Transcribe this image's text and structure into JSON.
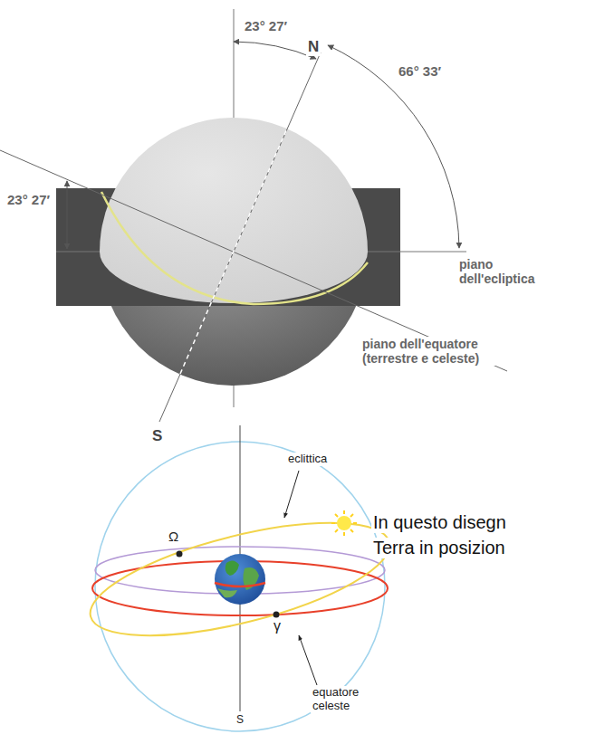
{
  "diagram": {
    "labels": [
      "23° 27′",
      "N",
      "66° 33′",
      "23° 27′",
      "piano dell'ecliptica",
      "piano dell'equatore (terrestre e celeste)",
      "S",
      "eclittica",
      "Ω",
      "γ",
      "equatore celeste",
      "S",
      "In questo disegn",
      "Terra in posizion"
    ]
  }
}
